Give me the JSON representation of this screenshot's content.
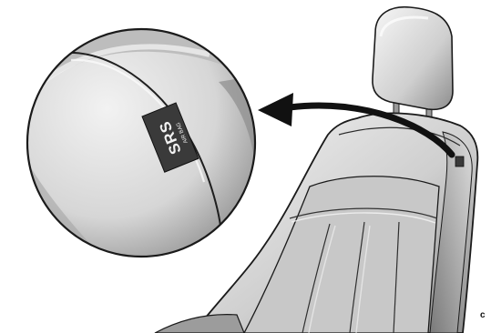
{
  "label": {
    "brand": "SRS",
    "sub": "AIR BAG"
  },
  "figure": {
    "corner_code": "c"
  },
  "colors": {
    "background": "#ffffff",
    "seat_light": "#ececec",
    "seat_mid": "#bdbdbd",
    "seat_dark": "#6f6f6f",
    "outline": "#1a1a1a",
    "label_bg": "#3a3a3a",
    "label_text": "#f2f2f2",
    "arrow": "#111111"
  },
  "icons": [
    "seat-illustration",
    "magnifier-circle",
    "airbag-label",
    "curved-arrow-icon"
  ]
}
